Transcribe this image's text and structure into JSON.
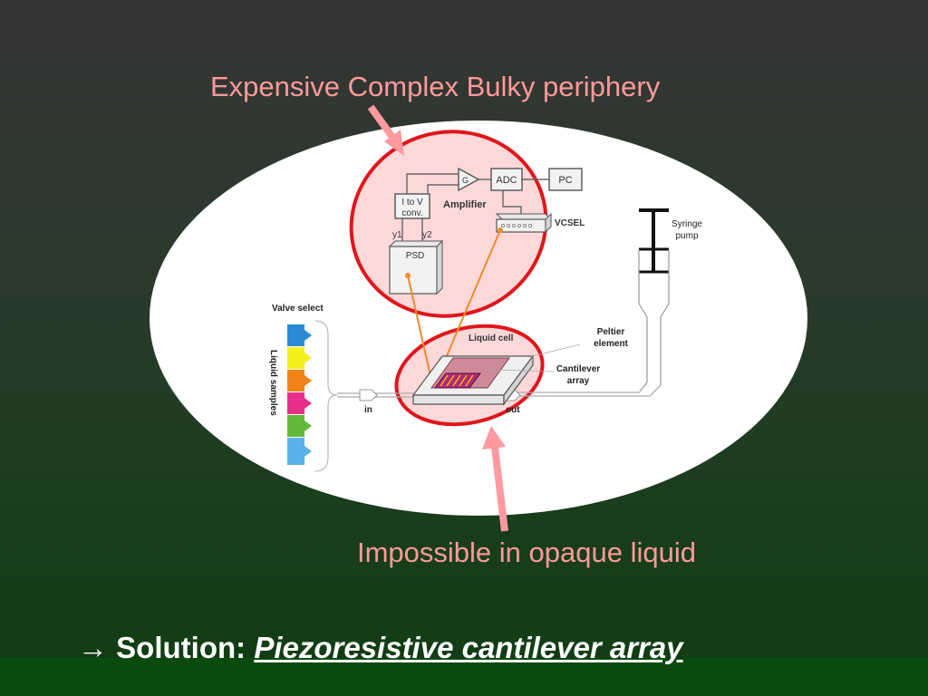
{
  "callouts": {
    "top": "Expensive Complex Bulky periphery",
    "bottom": "Impossible in opaque liquid"
  },
  "solution": {
    "prefix": "→ Solution:",
    "emphasis": "Piezoresistive cantilever array"
  },
  "diagram": {
    "g_label": "G",
    "adc": "ADC",
    "pc": "PC",
    "i_to_v_line1": "I to V",
    "i_to_v_line2": "conv.",
    "amplifier": "Amplifier",
    "vcsel": "VCSEL",
    "y1": "y1",
    "y2": "y2",
    "psd": "PSD",
    "syringe_line1": "Syringe",
    "syringe_line2": "pump",
    "valve_select": "Valve select",
    "liquid_samples": "Liquid samples",
    "liquid_cell": "Liquid cell",
    "peltier_line1": "Peltier",
    "peltier_line2": "element",
    "cantilever_line1": "Cantilever",
    "cantilever_line2": "array",
    "in": "in",
    "out": "out"
  },
  "colors": {
    "callout_text": "#ff9a9a",
    "highlight_ring": "#e0161c",
    "highlight_fill": "#fcd8d8",
    "arrow": "#ff9aa0",
    "laser": "#f08a2a",
    "valve_colors": [
      "#2a8ad6",
      "#f5ef1e",
      "#f08418",
      "#e8308a",
      "#62b83a",
      "#5ab2ea"
    ]
  }
}
